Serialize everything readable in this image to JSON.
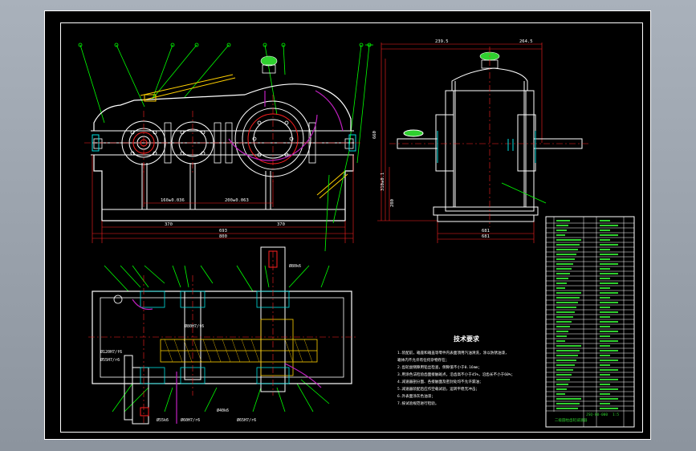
{
  "drawing": {
    "title": "gearbox assembly drawing",
    "dims_front": [
      "160±0.036",
      "200±0.063",
      "370",
      "370",
      "693",
      "800"
    ],
    "dims_side": [
      "239.5",
      "264.5",
      "660",
      "280",
      "310±0.1",
      "681"
    ],
    "tech_title": "技术要求",
    "tech_lines": [
      "1.装配前，箱座和箱盖等零件内表面须用汽油清洗，涂以防锈油漆，",
      "  箱体内不允许有任何杂物存在；",
      "2.齿轮副侧隙用铅丝检查，侧隙值不小于0.16mm；",
      "3.用涂色法检验齿面接触斑点，沿齿高不小于45%，沿齿长不小于60%；",
      "4.减速器剖分面、各接触面及密封处均不允许漏油；",
      "5.减速器装配后应作空载试验，运转平稳无冲击；",
      "6.外表面涂灰色油漆；",
      "7.按试验规范进行检验。"
    ],
    "fit_labels": [
      "Ø120H7/f6",
      "Ø55k6",
      "Ø80H7/f6",
      "Ø60H7/r6",
      "Ø65H7/r6",
      "Ø80k6",
      "Ø40k6",
      "Ø55H7/r6"
    ],
    "title_block": {
      "name": "二级圆柱齿轮减速器",
      "code": "JSQ-00-000",
      "scale": "1:5"
    }
  }
}
